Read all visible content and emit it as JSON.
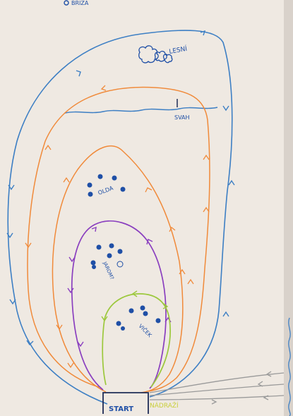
{
  "labels": {
    "top_corner": "BRIZA",
    "forest": "LESNÍ",
    "slope": "SVAH",
    "hill_orange": "OLDA",
    "hill_purple": "JAROM?",
    "hill_green": "VIČEK",
    "start": "START",
    "station": "NÁDRAŽÍ"
  },
  "colors": {
    "paper": "#efe9e2",
    "blue": "#3d7fc4",
    "orange": "#f08a3a",
    "purple": "#8a3fbf",
    "green": "#9cc83c",
    "dot_blue": "#1f4fa6",
    "yellow_text": "#c9cf3a",
    "gray": "#9a9a9a",
    "dark": "#1f2c57"
  }
}
